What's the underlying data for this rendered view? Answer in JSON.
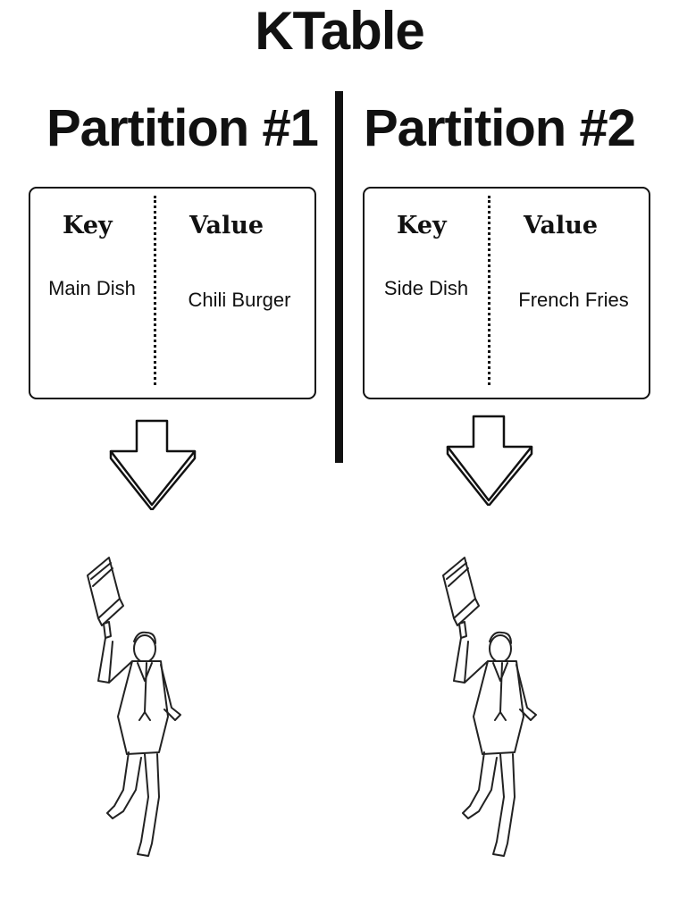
{
  "title": "KTable",
  "partitions": [
    {
      "title": "Partition #1",
      "key_header": "Key",
      "value_header": "Value",
      "key": "Main Dish",
      "value": "Chili Burger"
    },
    {
      "title": "Partition #2",
      "key_header": "Key",
      "value_header": "Value",
      "key": "Side Dish",
      "value": "French Fries"
    }
  ],
  "icons": {
    "arrow": "down-arrow-icon",
    "figure": "running-businessman-with-laptop-illustration"
  }
}
